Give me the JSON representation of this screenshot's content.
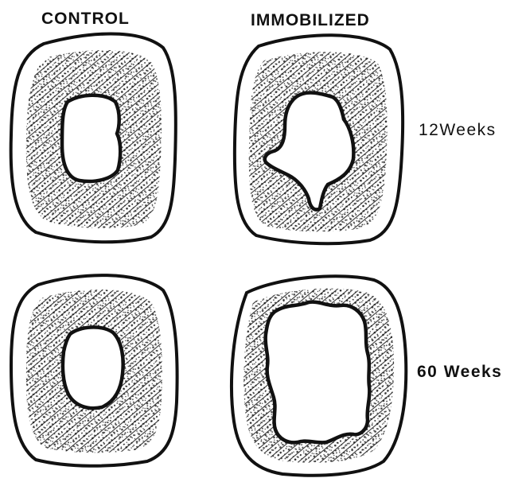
{
  "columns": {
    "control": "CONTROL",
    "immobilized": "IMMOBILIZED"
  },
  "rows": {
    "week12": "12Weeks",
    "week60": "60 Weeks"
  },
  "colors": {
    "ink": "#111111",
    "background": "#ffffff"
  }
}
